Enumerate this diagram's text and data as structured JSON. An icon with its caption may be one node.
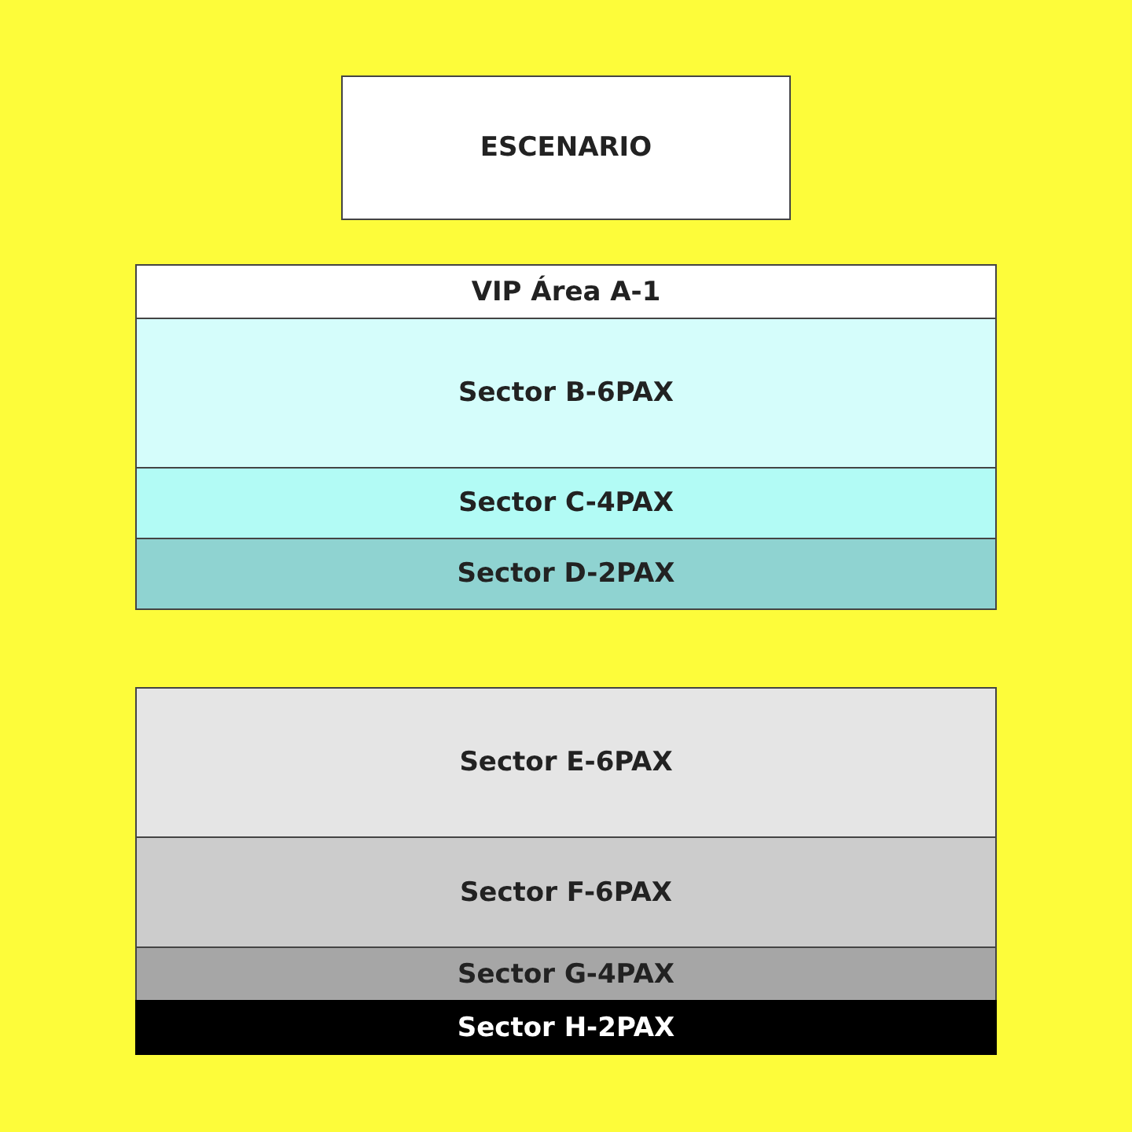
{
  "diagram": {
    "nodes": [
      {
        "text": [
          "ESCENARIO"
        ]
      },
      {
        "text": [
          "VIP Área A-1"
        ]
      },
      {
        "text": [
          "Sector B-6PAX"
        ]
      },
      {
        "text": [
          "Sector C-4PAX"
        ]
      },
      {
        "text": [
          "Sector D-2PAX"
        ]
      },
      {
        "text": [
          "Sector E-6PAX"
        ]
      },
      {
        "text": [
          "Sector F-6PAX"
        ]
      },
      {
        "text": [
          "Sector G-4PAX"
        ]
      },
      {
        "text": [
          "Sector H-2PAX"
        ]
      }
    ]
  }
}
